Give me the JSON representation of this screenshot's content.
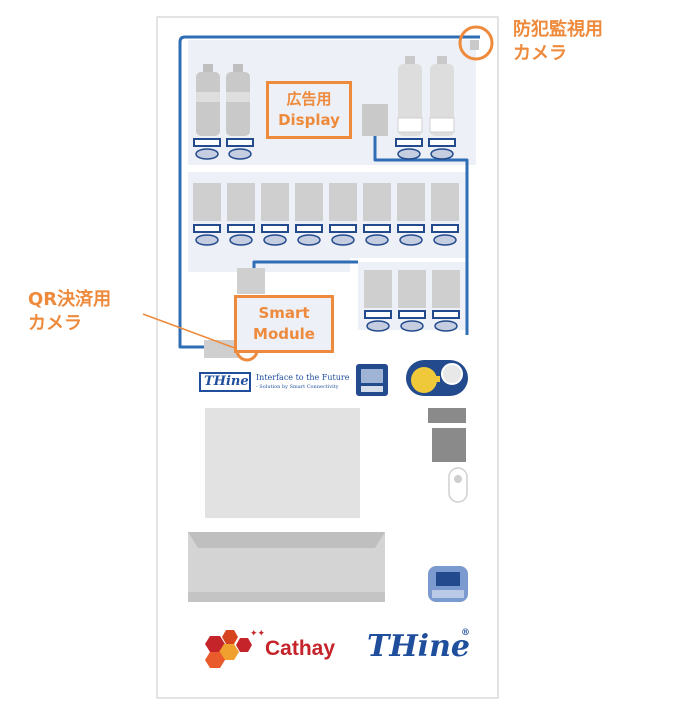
{
  "labels": {
    "security_camera": "防犯監視用\nカメラ",
    "qr_camera": "QR決済用\nカメラ",
    "ad_display": "広告用\nDisplay",
    "smart_module": "Smart\nModule"
  },
  "brands": {
    "thine_small": "THine",
    "thine_tagline": "Interface to the Future",
    "thine_tagline_sub": "- Solution by Smart Connectivity",
    "cathay": "Cathay",
    "thine_large": "THine",
    "registered_mark": "®"
  },
  "colors": {
    "accent_orange": "#ee8a3c",
    "wire_blue": "#2f6db4",
    "brand_blue": "#1f4f9c",
    "cathay_red": "#c5242b"
  },
  "icons": [
    "bottle-icon",
    "can-icon",
    "coin-slot-icon",
    "bill-reader-icon",
    "camera-marker-icon",
    "cathay-hex-logo-icon"
  ]
}
